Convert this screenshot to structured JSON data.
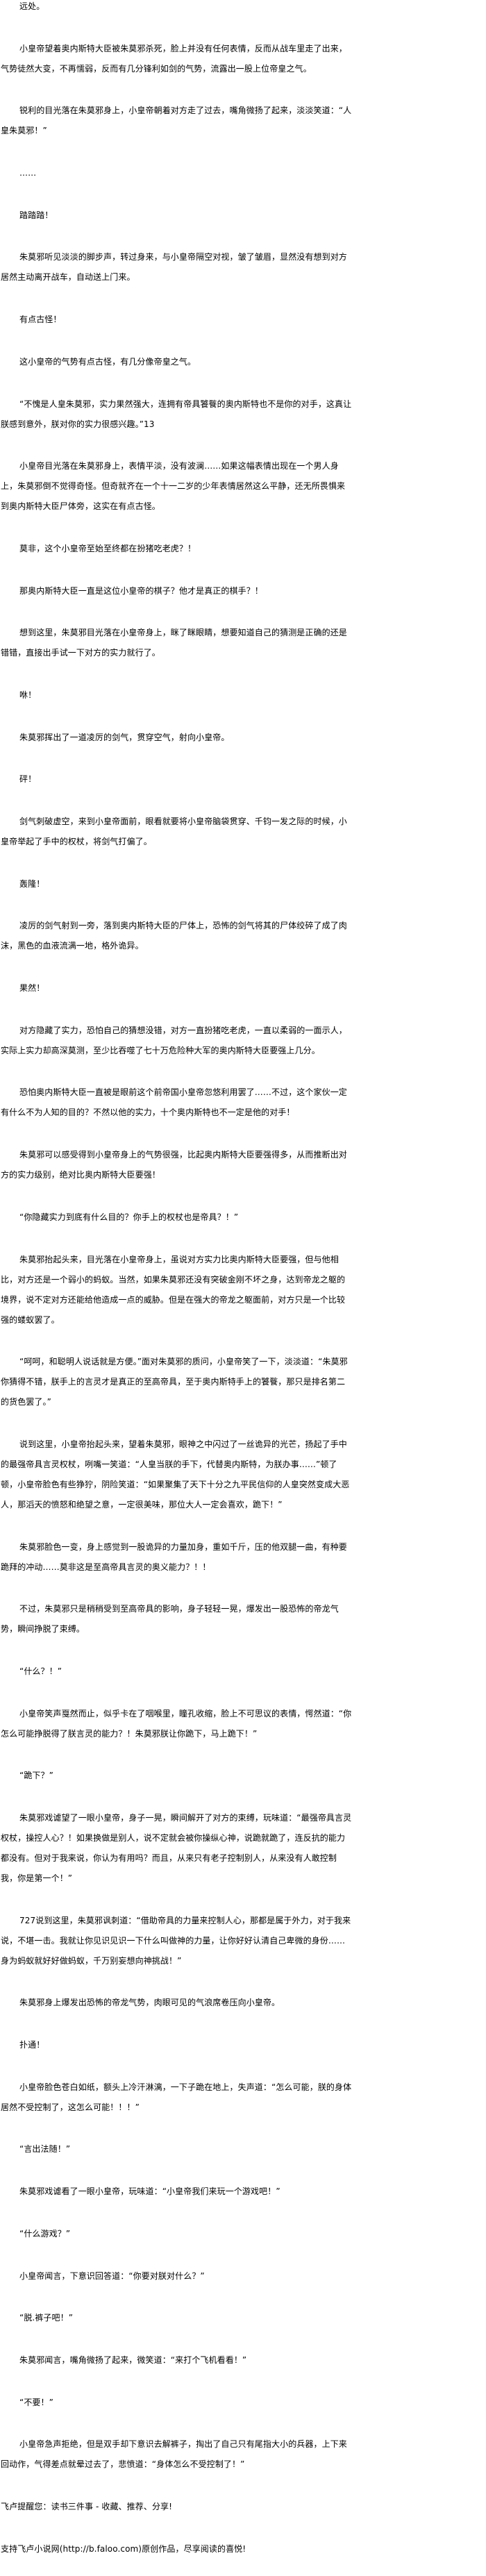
{
  "paragraphs": [
    {
      "text": "远处。"
    },
    {
      "text": "小皇帝望着奥内斯特大臣被朱莫邪杀死，脸上并没有任何表情，反而从战车里走了出来，气势徒然大变，不再懦弱，反而有几分锋利如剑的气势，流露出一股上位帝皇之气。"
    },
    {
      "text": "锐利的目光落在朱莫邪身上，小皇帝朝着对方走了过去，嘴角微扬了起来，淡淡笑道：“人皇朱莫邪！”"
    },
    {
      "text": "……"
    },
    {
      "text": "踏踏踏！"
    },
    {
      "text": "朱莫邪听见淡淡的脚步声，转过身来，与小皇帝隔空对视，皱了皱眉，显然没有想到对方居然主动离开战车，自动送上门来。"
    },
    {
      "text": "有点古怪！"
    },
    {
      "text": "这小皇帝的气势有点古怪，有几分像帝皇之气。"
    },
    {
      "text": "“不愧是人皇朱莫邪，实力果然强大，连拥有帝具饕餮的奥内斯特也不是你的对手，这真让朕感到意外，朕对你的实力很感兴趣。”13"
    },
    {
      "text": "小皇帝目光落在朱莫邪身上，表情平淡，没有波澜……如果这幅表情出现在一个男人身上，朱莫邪倒不觉得奇怪。但奇就齐在一个十一二岁的少年表情居然这么平静，还无所畏惧来到奥内斯特大臣尸体旁，这实在有点古怪。"
    },
    {
      "text": "莫非，这个小皇帝至始至终都在扮猪吃老虎？！"
    },
    {
      "text": "那奥内斯特大臣一直是这位小皇帝的棋子？他才是真正的棋手？！"
    },
    {
      "text": "想到这里，朱莫邪目光落在小皇帝身上，眯了眯眼睛，想要知道自己的猜测是正确的还是错错，直接出手试一下对方的实力就行了。"
    },
    {
      "text": "咻！"
    },
    {
      "text": "朱莫邪挥出了一道凌厉的剑气，贯穿空气，射向小皇帝。"
    },
    {
      "text": "砰！"
    },
    {
      "text": "剑气刺破虚空，来到小皇帝面前，眼看就要将小皇帝脑袋贯穿、千钧一发之际的时候，小皇帝举起了手中的权杖，将剑气打偏了。"
    },
    {
      "text": "轰隆！"
    },
    {
      "text": "凌厉的剑气射到一旁，落到奥内斯特大臣的尸体上，恐怖的剑气将其的尸体绞碎了成了肉沫，黑色的血液流满一地，格外诡异。"
    },
    {
      "text": "果然！"
    },
    {
      "text": "对方隐藏了实力，恐怕自己的猜想没错，对方一直扮猪吃老虎，一直以柔弱的一面示人，实际上实力却高深莫测，至少比吞噬了七十万危险种大军的奥内斯特大臣要强上几分。"
    },
    {
      "text": "恐怕奥内斯特大臣一直被是眼前这个前帝国小皇帝忽悠利用罢了……不过，这个家伙一定有什么不为人知的目的？不然以他的实力，十个奥内斯特也不一定是他的对手！"
    },
    {
      "text": "朱莫邪可以感受得到小皇帝身上的气势很强，比起奥内斯特大臣要强得多，从而推断出对方的实力级别，绝对比奥内斯特大臣要强！"
    },
    {
      "text": "“你隐藏实力到底有什么目的？你手上的权杖也是帝具？！”"
    },
    {
      "text": "朱莫邪抬起头来，目光落在小皇帝身上，虽说对方实力比奥内斯特大臣要强，但与他相比，对方还是一个弱小的蚂蚁。当然，如果朱莫邪还没有突破金刚不坏之身，达到帝龙之躯的境界，说不定对方还能给他造成一点的威胁。但是在强大的帝龙之躯面前，对方只是一个比较强的蝼蚁罢了。"
    },
    {
      "text": "“呵呵，和聪明人说话就是方便。”面对朱莫邪的质问，小皇帝笑了一下，淡淡道：“朱莫邪你猜得不错，朕手上的言灵才是真正的至高帝具，至于奥内斯特手上的饕餮，那只是排名第二的货色罢了。”"
    },
    {
      "text": "说到这里，小皇帝抬起头来，望着朱莫邪，眼神之中闪过了一丝诡异的光芒，扬起了手中的最强帝具言灵权杖，咧嘴一笑道：“人皇当朕的手下，代替奥内斯特，为朕办事……”顿了顿，小皇帝脸色有些狰狞，阴险笑道：“如果聚集了天下十分之九平民信仰的人皇突然变成大恶人，那滔天的愤怒和绝望之意，一定很美味，那位大人一定会喜欢，跪下！”"
    },
    {
      "text": "朱莫邪脸色一变，身上感觉到一股诡异的力量加身，重如千斤，压的他双腿一曲，有种要跪拜的冲动……莫非这是至高帝具言灵的奥义能力？！！"
    },
    {
      "text": "不过，朱莫邪只是稍稍受到至高帝具的影响，身子轻轻一晃，爆发出一股恐怖的帝龙气势，瞬间挣脱了束缚。"
    },
    {
      "text": "“什么？！”"
    },
    {
      "text": "小皇帝笑声戛然而止，似乎卡在了咽喉里，瞳孔收缩，脸上不可思议的表情，愕然道：“你怎么可能挣脱得了朕言灵的能力？！朱莫邪朕让你跪下，马上跪下！”"
    },
    {
      "text": "“跪下？”"
    },
    {
      "text": "朱莫邪戏谑望了一眼小皇帝，身子一晃，瞬间解开了对方的束缚，玩味道：“最强帝具言灵权杖，操控人心？！如果换做是别人，说不定就会被你操纵心神，说跪就跪了，连反抗的能力都没有。但对于我来说，你认为有用吗？而且，从来只有老子控制别人，从来没有人敢控制我，你是第一个！”"
    },
    {
      "text": "727说到这里，朱莫邪讽刺道：“借助帝具的力量来控制人心，那都是属于外力，对于我来说，不堪一击。我就让你见识见识一下什么叫做神的力量，让你好好认清自己卑微的身份……身为蚂蚁就好好做蚂蚁，千万别妄想向神挑战！”"
    },
    {
      "text": "朱莫邪身上爆发出恐怖的帝龙气势，肉眼可见的气浪席卷压向小皇帝。"
    },
    {
      "text": "扑通！"
    },
    {
      "text": "小皇帝脸色苍白如纸，额头上冷汗淋漓，一下子跪在地上，失声道：“怎么可能，朕的身体居然不受控制了，这怎么可能！！！”"
    },
    {
      "text": "“言出法随！”"
    },
    {
      "text": "朱莫邪戏谑看了一眼小皇帝，玩味道：“小皇帝我们来玩一个游戏吧！”"
    },
    {
      "text": "“什么游戏？”"
    },
    {
      "text": "小皇帝闻言，下意识回答道：“你要对朕对什么？”"
    },
    {
      "text": "“脱.裤子吧！”"
    },
    {
      "text": "朱莫邪闻言，嘴角微扬了起来，微笑道：“来打个飞机看看！”"
    },
    {
      "text": "“不要！”"
    },
    {
      "text": "小皇帝急声拒绝，但是双手却下意识去解裤子，掏出了自己只有尾指大小的兵器，上下来回动作，气得差点就晕过去了，悲愤道：“身体怎么不受控制了！”"
    }
  ],
  "footer": {
    "reminder": "飞卢提醒您：读书三件事 - 收藏、推荐、分享!",
    "support": "支持飞卢小说网(http://b.faloo.com)原创作品，尽享阅读的喜悦!"
  }
}
